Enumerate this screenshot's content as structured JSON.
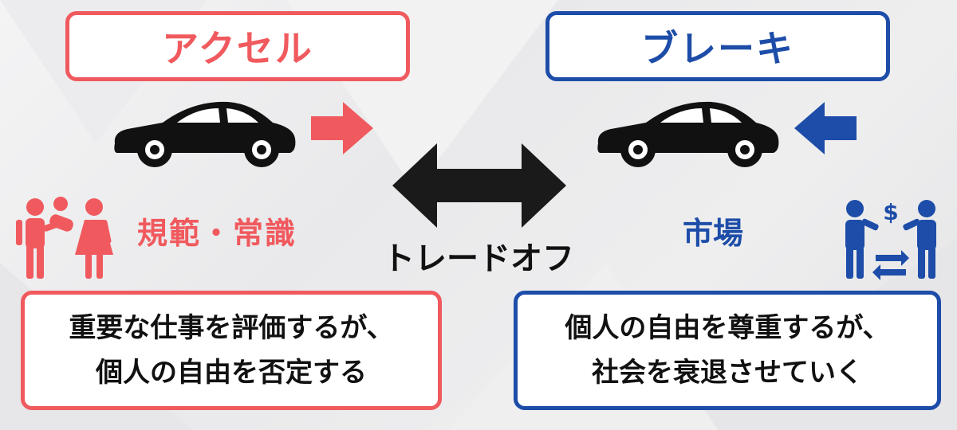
{
  "accelerator": {
    "title": "アクセル",
    "category": "規範・常識",
    "description_lines": [
      "重要な仕事を評価するが、",
      "個人の自由を否定する"
    ],
    "color": "#f05a5e"
  },
  "brake": {
    "title": "ブレーキ",
    "category": "市場",
    "description_lines": [
      "個人の自由を尊重するが、",
      "社会を衰退させていく"
    ],
    "color": "#1d4da8"
  },
  "center": {
    "label": "トレードオフ"
  },
  "icons": {
    "left_car": "car-icon",
    "right_car": "car-icon",
    "right_arrow": "arrow-right-icon",
    "left_arrow": "arrow-left-icon",
    "tradeoff": "double-arrow-icon",
    "family": "family-icon",
    "market": "exchange-people-icon"
  }
}
